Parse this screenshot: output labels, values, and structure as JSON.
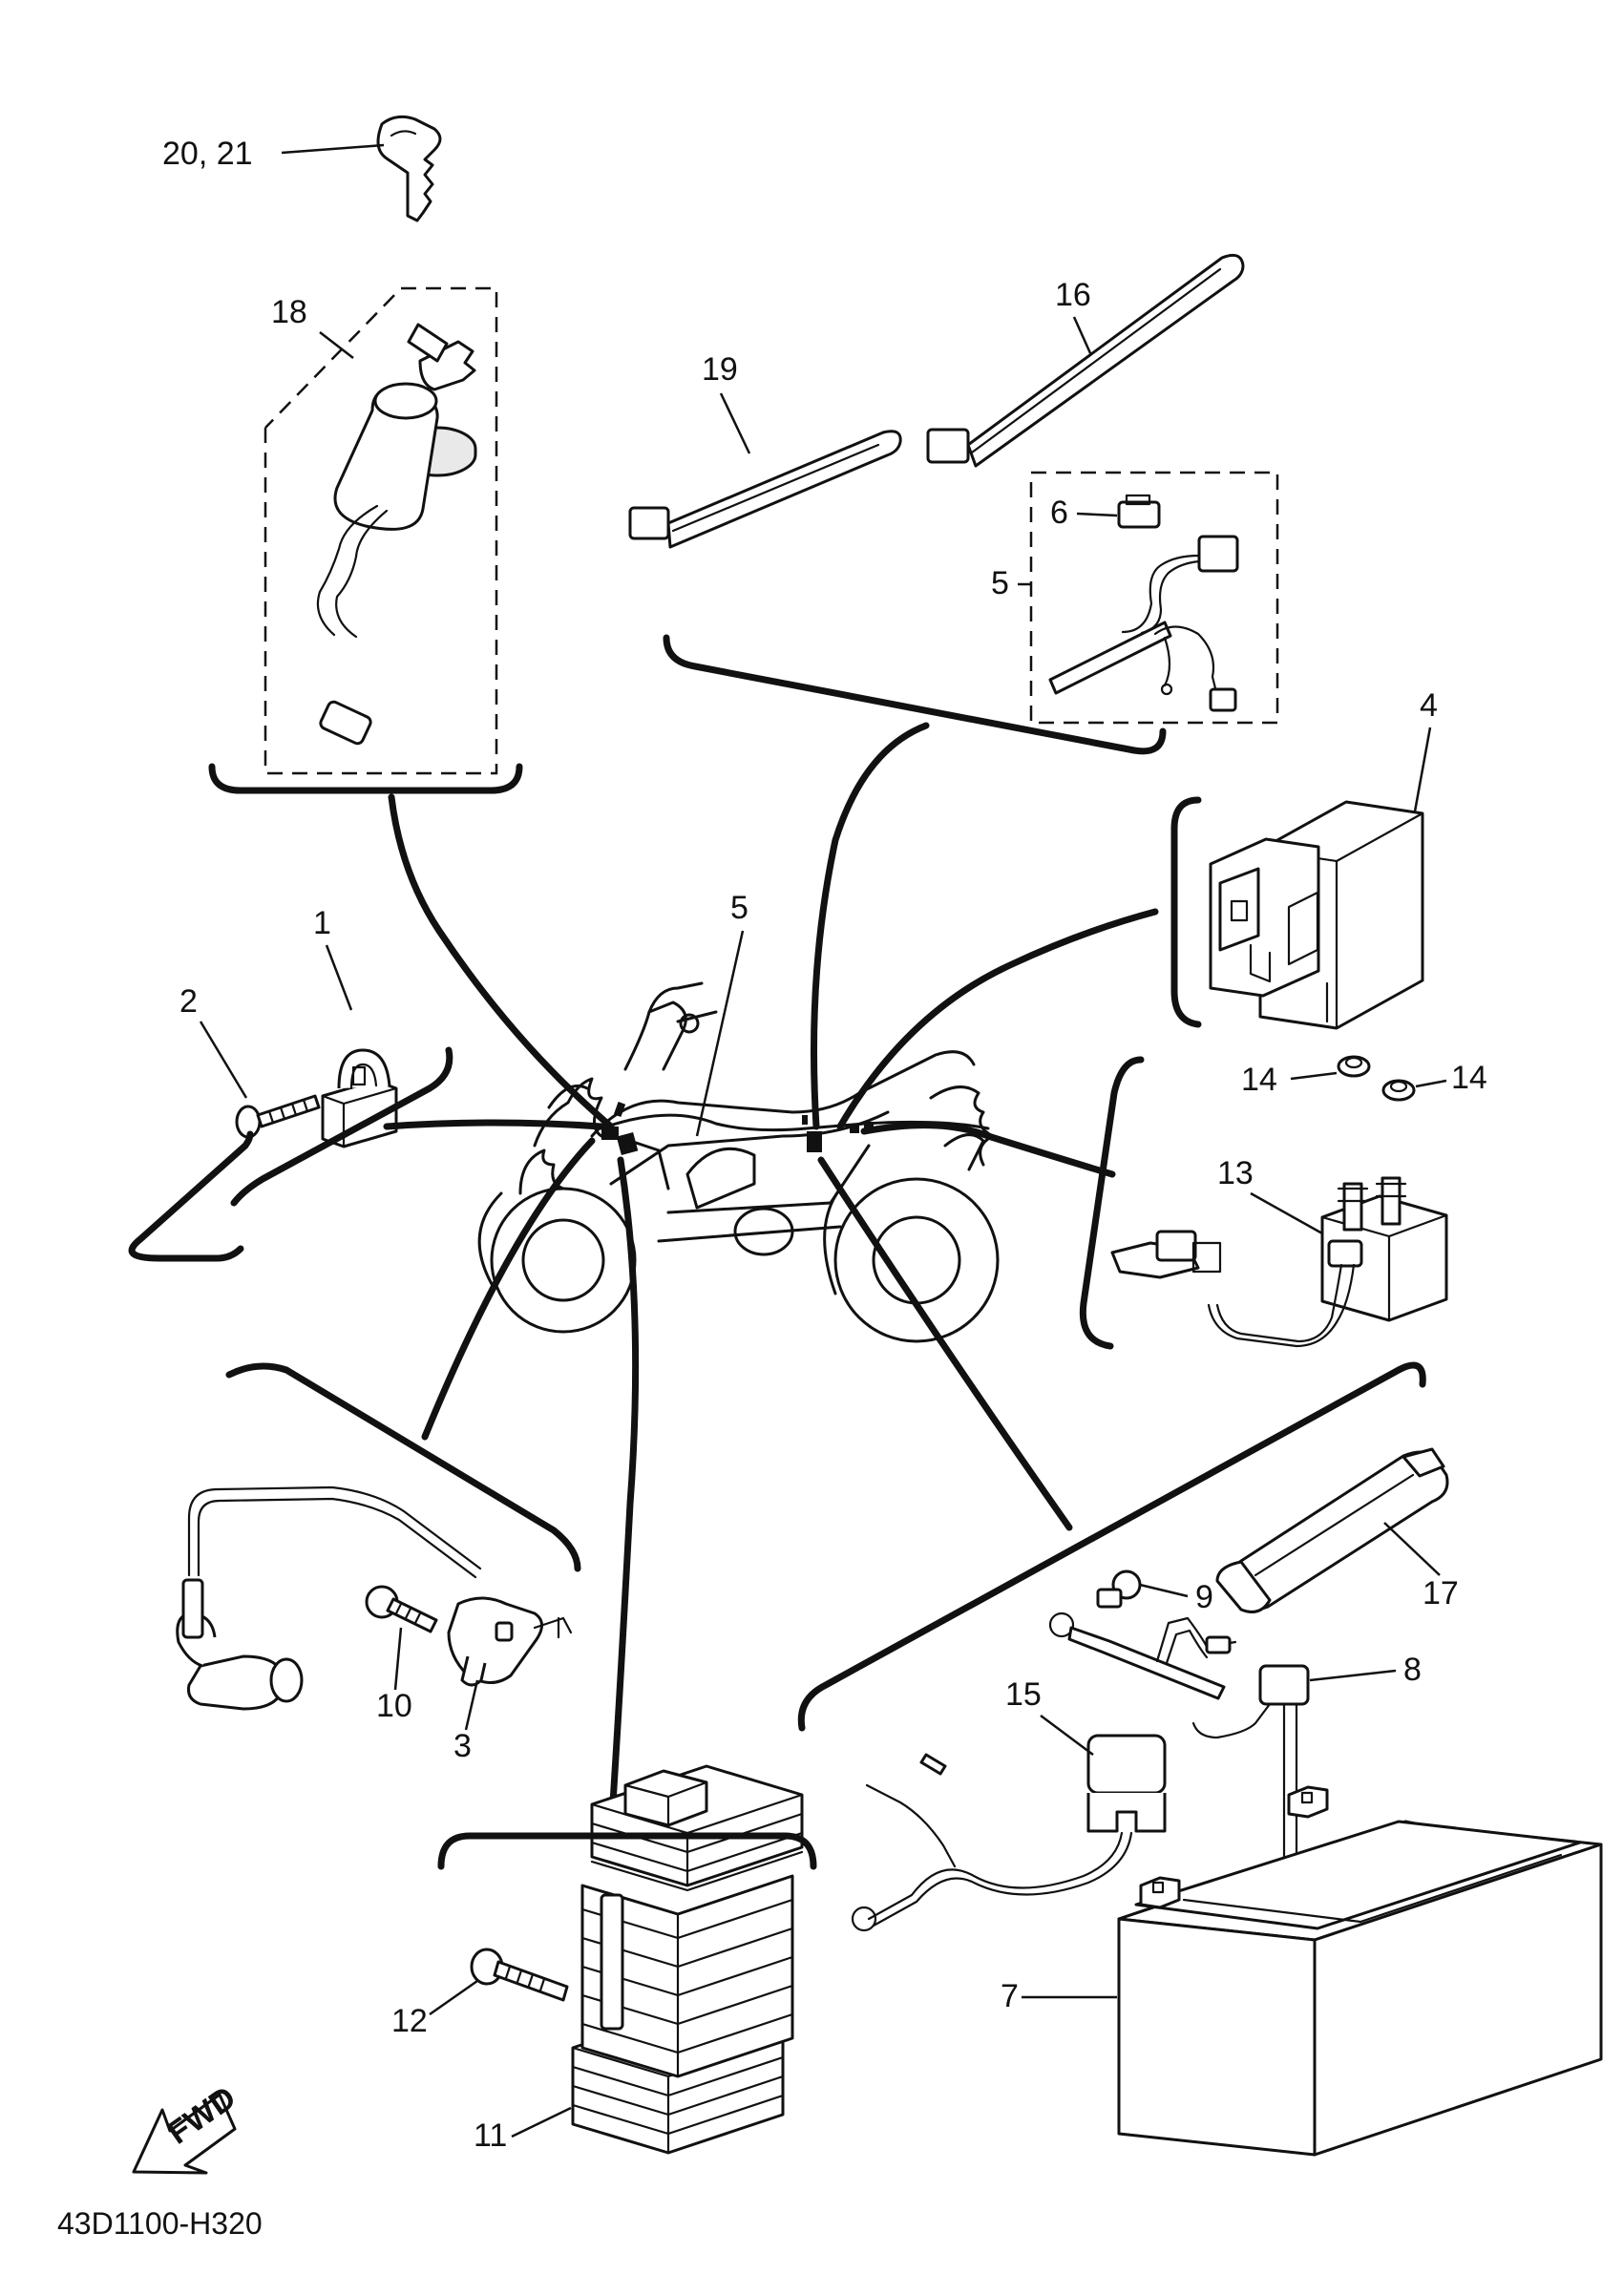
{
  "diagram": {
    "part_labels": {
      "p1": "1",
      "p2": "2",
      "p3": "3",
      "p4": "4",
      "p5_top": "5",
      "p5_center": "5",
      "p6": "6",
      "p7": "7",
      "p8": "8",
      "p9": "9",
      "p10": "10",
      "p11": "11",
      "p12": "12",
      "p13": "13",
      "p14_left": "14",
      "p14_right": "14",
      "p15": "15",
      "p16": "16",
      "p17": "17",
      "p18": "18",
      "p19": "19",
      "p20_21": "20, 21"
    },
    "fwd_arrow_text": "FWD",
    "drawing_code": "43D1100-H320"
  }
}
